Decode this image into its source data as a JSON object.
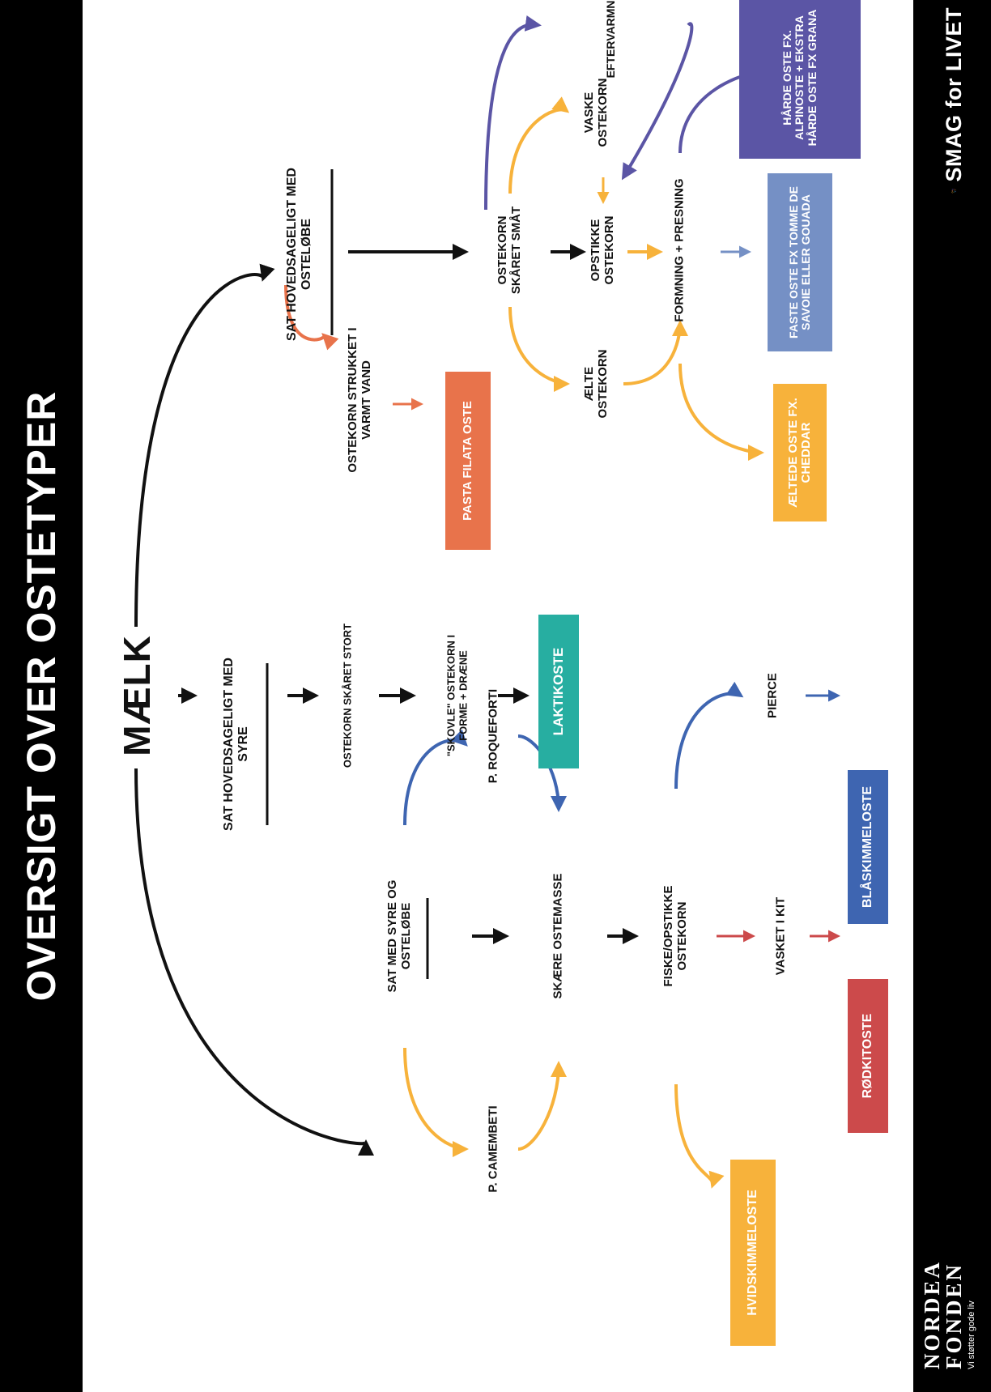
{
  "header": {
    "title": "OVERSIGT OVER OSTETYPER"
  },
  "footer": {
    "nordea_line1": "NORDEA",
    "nordea_line2": "FONDEN",
    "nordea_tagline": "Vi støtter gode liv",
    "smag_logo_text": "SMAG for LIVET"
  },
  "colors": {
    "black": "#111111",
    "orange": "#e8734b",
    "yellow": "#f7b23b",
    "purple": "#5b55a5",
    "steel": "#7590c5",
    "blue": "#3e65b1",
    "red": "#cc4a4b",
    "teal": "#27aea1"
  },
  "nodes": {
    "maelk": "MÆLK",
    "sat_syre_osteloebe": "SAT MED SYRE OG OSTELØBE",
    "p_camembeti": "P. CAMEMBETI",
    "p_roqueforti": "P. ROQUEFORTI",
    "skaere_ostemasse": "SKÆRE OSTEMASSE",
    "fiske_opstikke": "FISKE/OPSTIKKE OSTEKORN",
    "vasket_i_kit": "VASKET I KIT",
    "pierce": "PIERCE",
    "sat_syre": "SAT HOVEDSAGELIGT MED SYRE",
    "ostekorn_skaaret_stort": "OSTEKORN SKÅRET STORT",
    "skovle": "\"SKOVLE\" OSTEKORN I FORME + DRÆNE",
    "sat_osteloebe": "SAT HOVEDSAGELIGT MED OSTELØBE",
    "ostekorn_strukket": "OSTEKORN STRUKKET I VARMT VAND",
    "ostekorn_skaaret_smaat": "OSTEKORN SKÅRET SMÅT",
    "opstikke_ostekorn": "OPSTIKKE OSTEKORN",
    "aelte_ostekorn": "ÆLTE OSTEKORN",
    "vaske_ostekorn": "VASKE OSTEKORN",
    "eftervarmning": "EFTERVARMNING",
    "formning_presning": "FORMNING + PRESNING"
  },
  "results": {
    "hvidskimmeloste": "HVIDSKIMMELOSTE",
    "roedkitoste": "RØDKITOSTE",
    "blaaskimmeloste": "BLÅSKIMMELOSTE",
    "laktikoste": "LAKTIKOSTE",
    "pasta_filata": "PASTA FILATA OSTE",
    "aeltede_oste": "ÆLTEDE OSTE FX. CHEDDAR",
    "faste_oste": "FASTE OSTE FX TOMME DE SAVOIE ELLER GOUADA",
    "haarde_oste": "HÅRDE OSTE FX. ALPINOSTE + EKSTRA HÅRDE OSTE FX GRANA"
  }
}
